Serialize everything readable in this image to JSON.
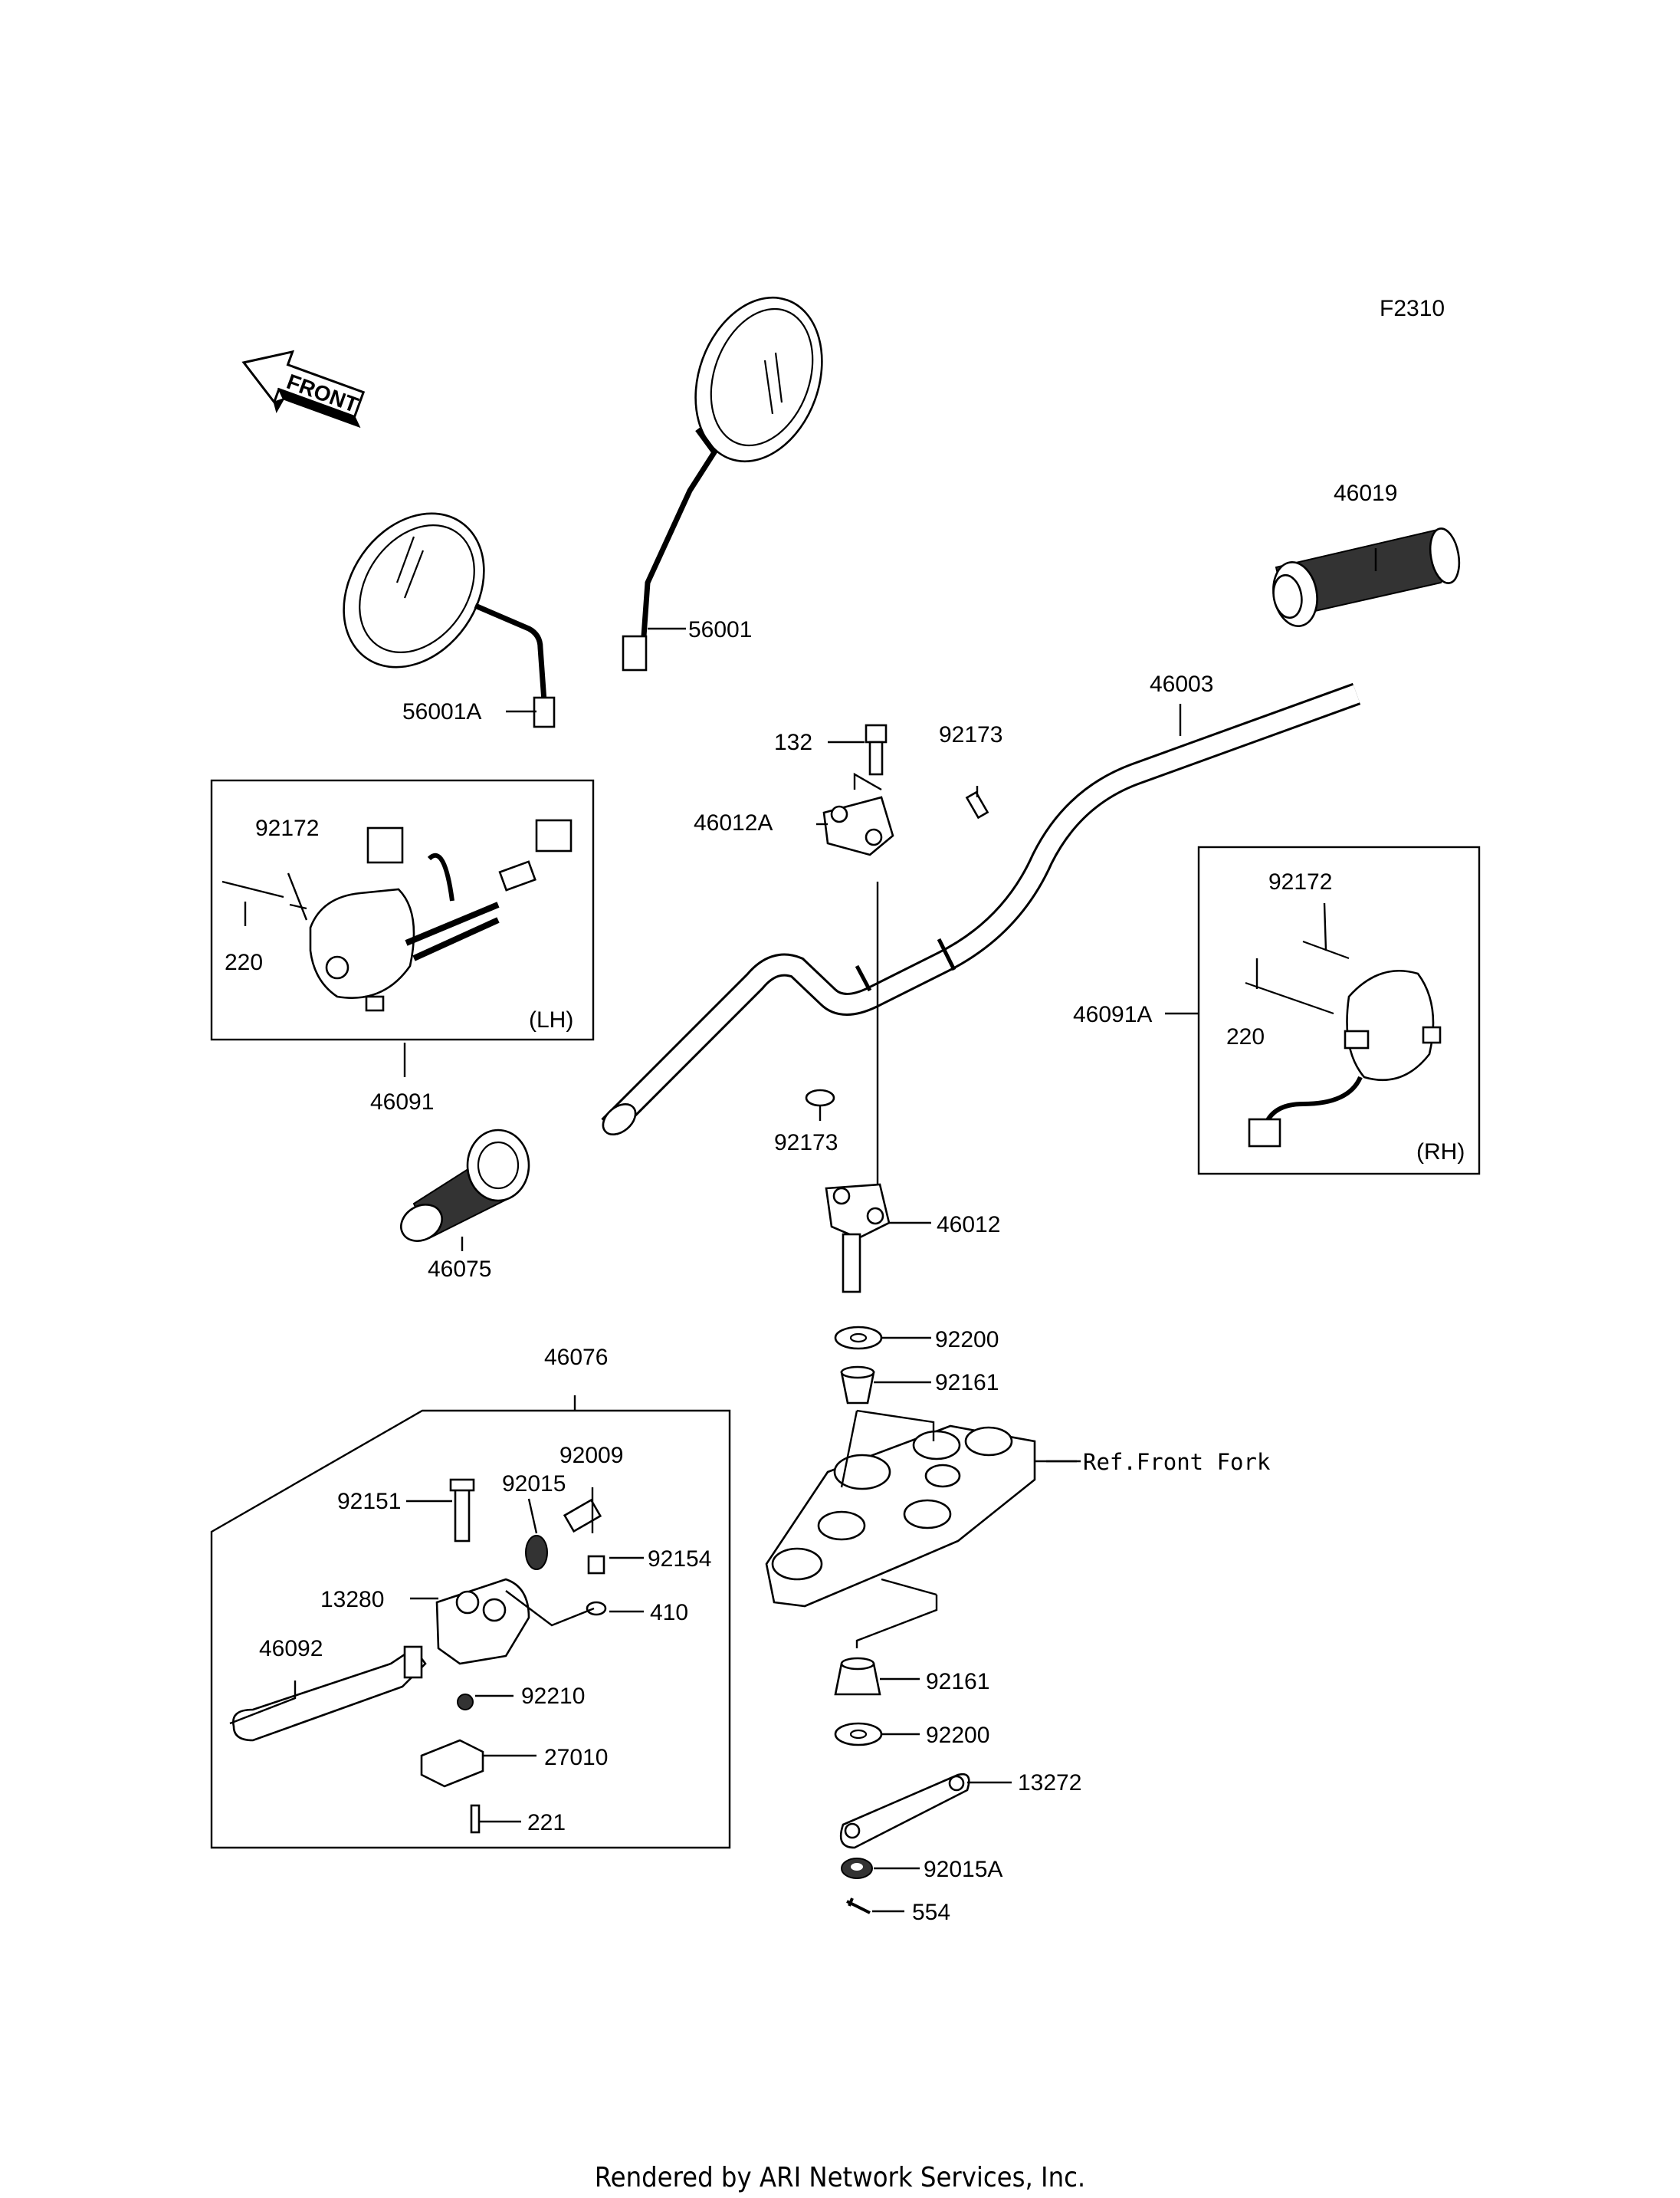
{
  "diagram_code": "F2310",
  "front_arrow": "FRONT",
  "side_labels": {
    "lh": "(LH)",
    "rh": "(RH)"
  },
  "ref_label": "Ref.Front Fork",
  "footer": "Rendered by ARI Network Services, Inc.",
  "parts": {
    "p56001": "56001",
    "p56001A": "56001A",
    "p46019": "46019",
    "p46003": "46003",
    "p132": "132",
    "p92173a": "92173",
    "p46012A": "46012A",
    "p92172_lh": "92172",
    "p220_lh": "220",
    "p46091": "46091",
    "p92172_rh": "92172",
    "p220_rh": "220",
    "p46091A": "46091A",
    "p92173b": "92173",
    "p46075": "46075",
    "p46012": "46012",
    "p92200a": "92200",
    "p92161a": "92161",
    "p46076": "46076",
    "p92009": "92009",
    "p92151": "92151",
    "p92015": "92015",
    "p92154": "92154",
    "p13280": "13280",
    "p410": "410",
    "p46092": "46092",
    "p92210": "92210",
    "p27010": "27010",
    "p221": "221",
    "p92161b": "92161",
    "p92200b": "92200",
    "p13272": "13272",
    "p92015A": "92015A",
    "p554": "554"
  }
}
